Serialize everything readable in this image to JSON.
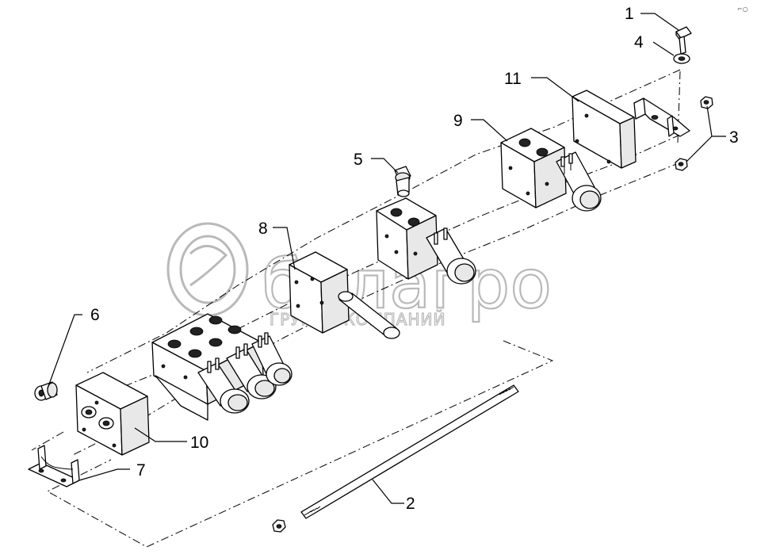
{
  "watermark": {
    "brand": "белагро",
    "subtitle": "ГРУППА КОМПАНИЙ"
  },
  "corner_mark": "⌐○",
  "callouts": [
    {
      "id": "callout-1",
      "label": "1"
    },
    {
      "id": "callout-2",
      "label": "2"
    },
    {
      "id": "callout-3",
      "label": "3"
    },
    {
      "id": "callout-4",
      "label": "4"
    },
    {
      "id": "callout-5",
      "label": "5"
    },
    {
      "id": "callout-6",
      "label": "6"
    },
    {
      "id": "callout-7",
      "label": "7"
    },
    {
      "id": "callout-8",
      "label": "8"
    },
    {
      "id": "callout-9",
      "label": "9"
    },
    {
      "id": "callout-10",
      "label": "10"
    },
    {
      "id": "callout-11",
      "label": "11"
    }
  ]
}
